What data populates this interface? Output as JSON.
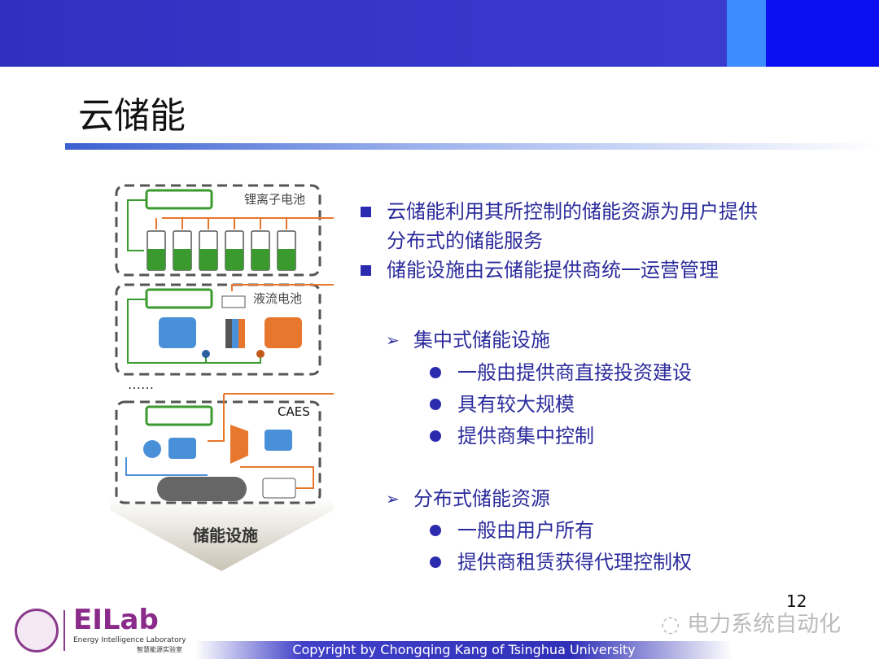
{
  "slide": {
    "title": "云储能",
    "page_number": "12"
  },
  "diagram": {
    "labels": {
      "li_ion": "锂离子电池",
      "flow": "液流电池",
      "caes": "CAES",
      "ellipsis": "……",
      "facility": "储能设施"
    }
  },
  "bullets": [
    {
      "text": "云储能利用其所控制的储能资源为用户提供",
      "text2": "分布式的储能服务"
    },
    {
      "text": "储能设施由云储能提供商统一运营管理"
    }
  ],
  "sections": [
    {
      "heading": "集中式储能设施",
      "items": [
        "一般由提供商直接投资建设",
        "具有较大规模",
        "提供商集中控制"
      ]
    },
    {
      "heading": "分布式储能资源",
      "items": [
        "一般由用户所有",
        "提供商租赁获得代理控制权"
      ]
    }
  ],
  "footer": {
    "copyright": "Copyright by Chongqing Kang of Tsinghua University",
    "watermark": "电力系统自动化",
    "lab_logo": "EILab",
    "lab_name": "Energy Intelligence Laboratory",
    "lab_name_cn": "智慧能源实验室"
  },
  "colors": {
    "banner": "#3333cc",
    "text": "#2b2b9c",
    "green": "#3a9a2e",
    "orange": "#e8772e",
    "blue": "#4a90d9"
  }
}
